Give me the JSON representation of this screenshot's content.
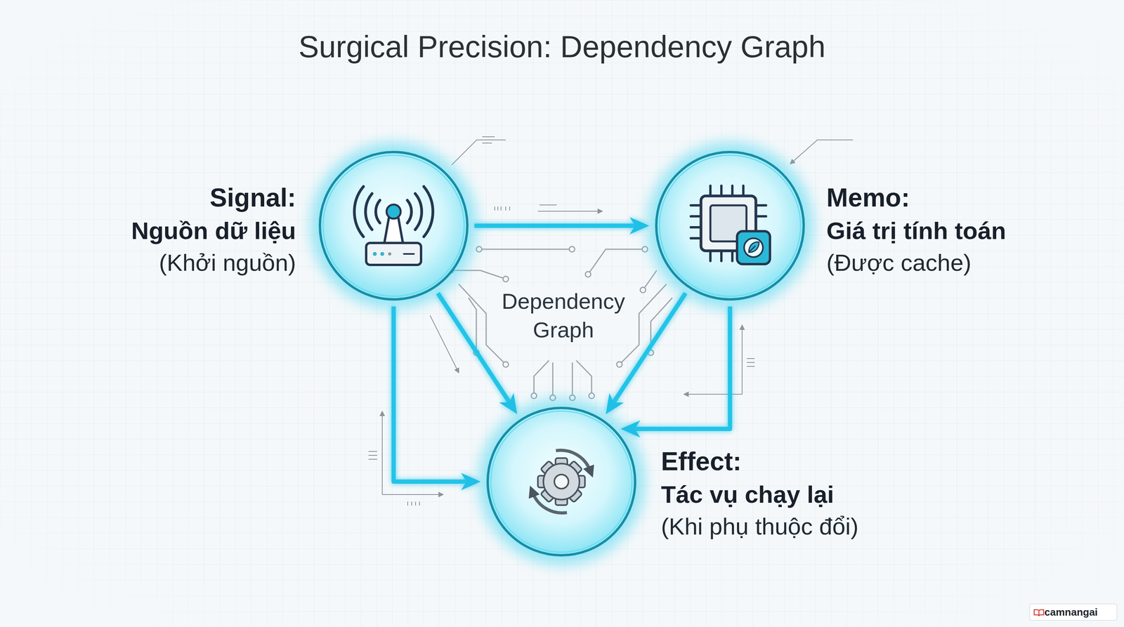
{
  "diagram": {
    "title": "Surgical Precision: Dependency Graph",
    "nodes": [
      {
        "text": [
          "Signal:",
          "Nguồn dữ liệu",
          "(Khởi nguồn)"
        ]
      },
      {
        "text": [
          "Memo:",
          "Giá trị tính toán",
          "(Được cache)"
        ]
      },
      {
        "text": [
          "Effect:",
          "Tác vụ chạy lại",
          "(Khi phụ thuộc đổi)"
        ]
      }
    ],
    "edges": [
      {
        "from": 0,
        "to": 1,
        "arrow": "to"
      },
      {
        "from": 0,
        "to": 2,
        "arrow": "to"
      },
      {
        "from": 0,
        "to": 2,
        "arrow": "to"
      },
      {
        "from": 1,
        "to": 2,
        "arrow": "to"
      },
      {
        "from": 1,
        "to": 2,
        "arrow": "to"
      }
    ],
    "labels": [
      "Dependency Graph",
      "camnangai"
    ]
  }
}
